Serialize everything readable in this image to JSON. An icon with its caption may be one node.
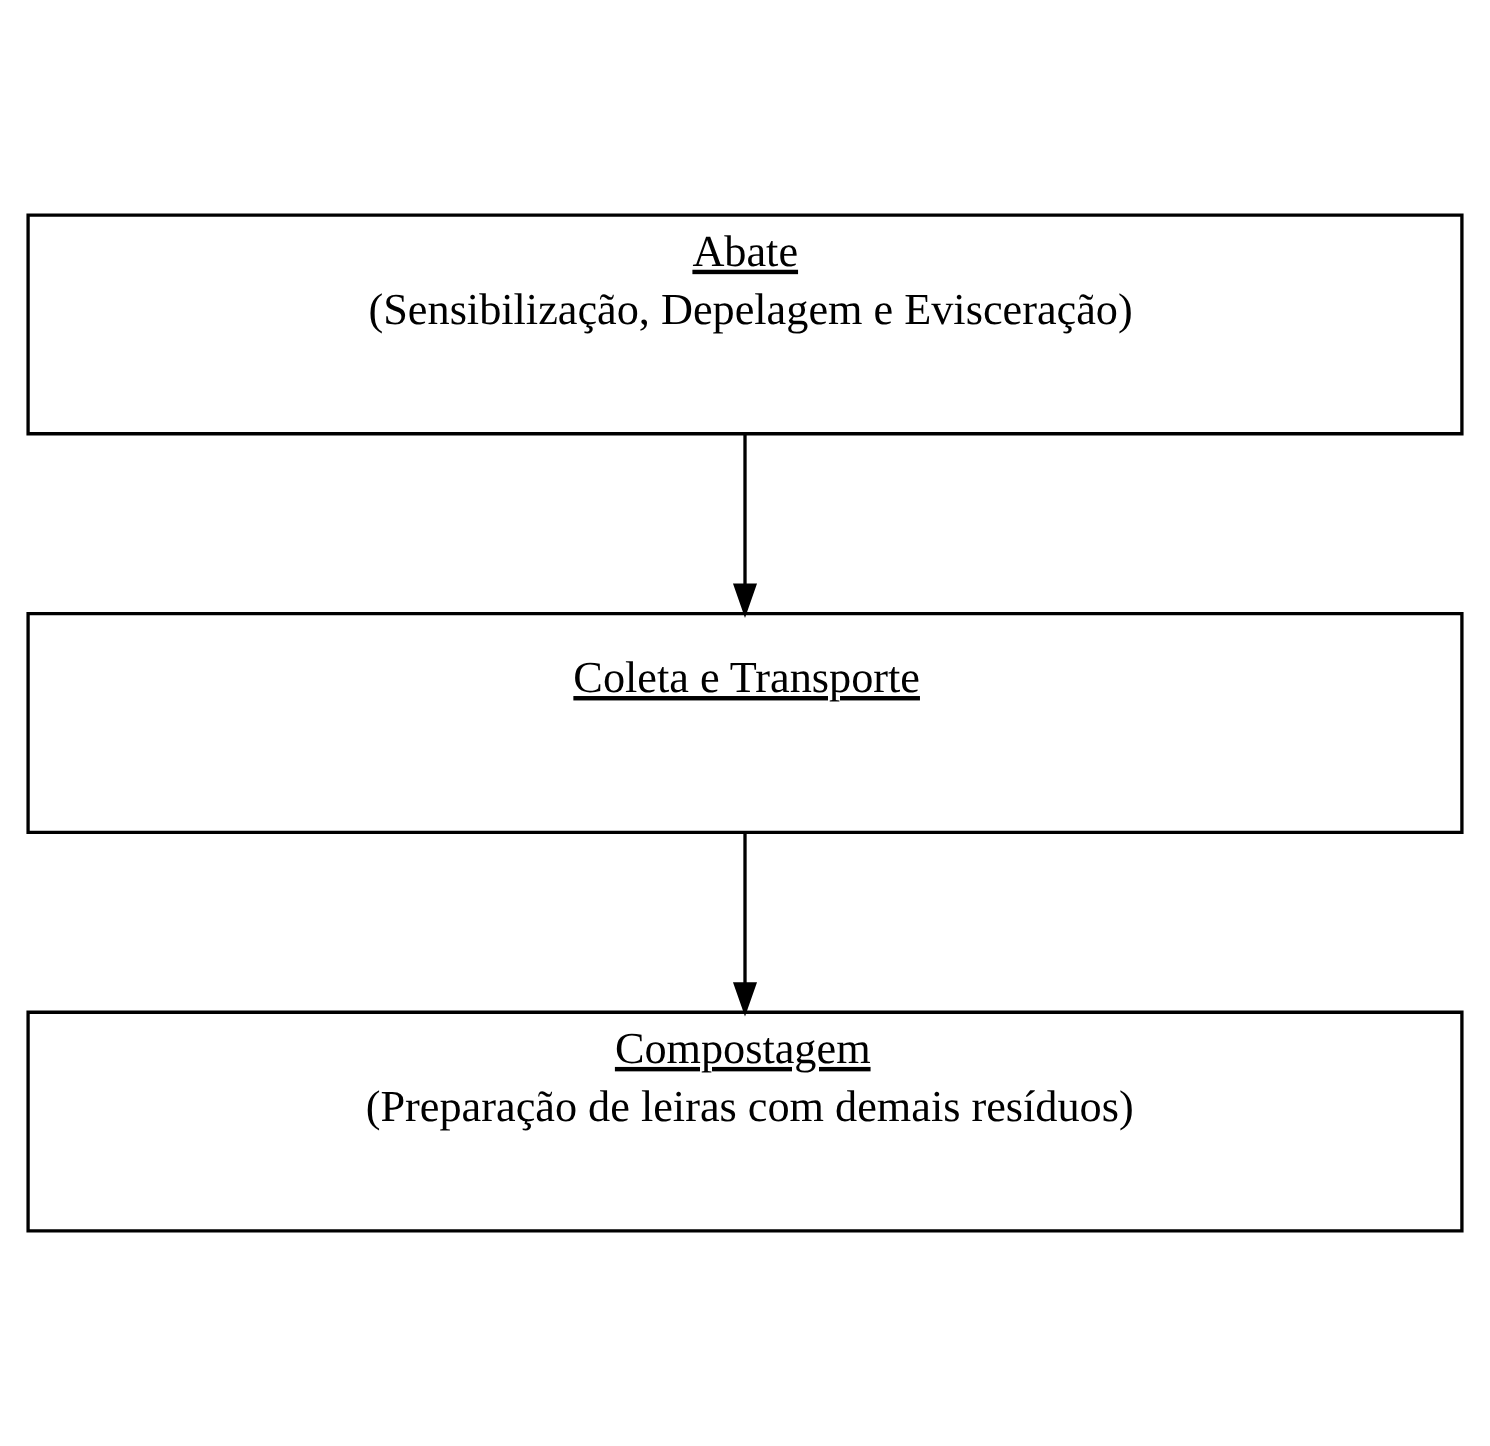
{
  "diagram": {
    "nodes": [
      {
        "text": [
          "Abate",
          "(Sensibilização, Depelagem e Evisceração)"
        ]
      },
      {
        "text": [
          "Coleta e Transporte"
        ]
      },
      {
        "text": [
          "Compostagem",
          "(Preparação de leiras com demais resíduos)"
        ]
      }
    ],
    "edges": [
      {
        "from": 0,
        "to": 1,
        "arrow": "to"
      },
      {
        "from": 1,
        "to": 2,
        "arrow": "to"
      }
    ]
  }
}
